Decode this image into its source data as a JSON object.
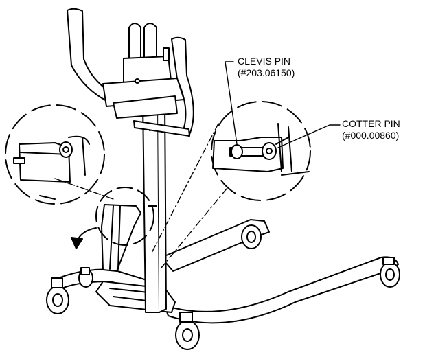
{
  "callouts": {
    "clevis_pin": {
      "name": "CLEVIS PIN",
      "part_number": "(#203.06150)"
    },
    "cotter_pin": {
      "name": "COTTER PIN",
      "part_number": "(#000.00860)"
    }
  },
  "colors": {
    "line": "#000000",
    "background": "#ffffff"
  }
}
